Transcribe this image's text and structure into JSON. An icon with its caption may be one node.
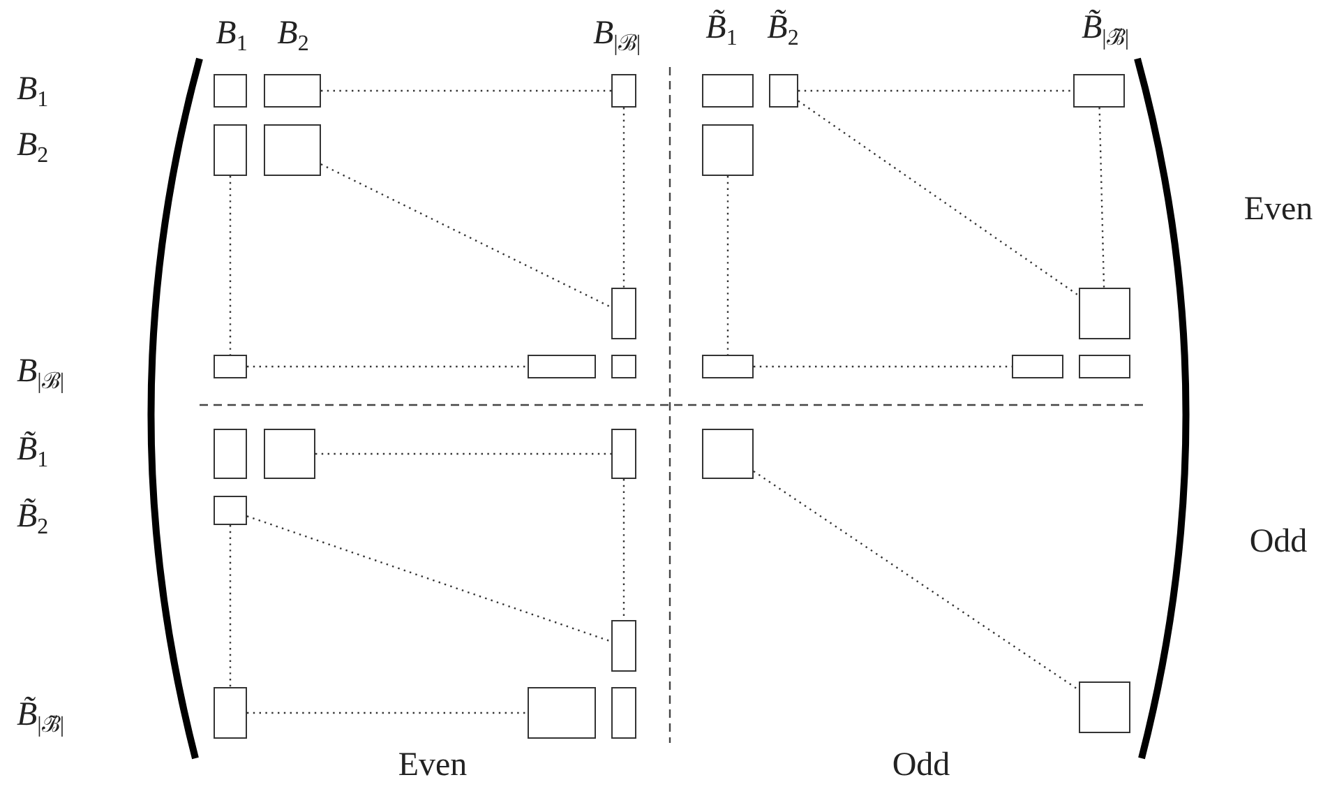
{
  "diagram": {
    "nodes": [
      {
        "text": [],
        "shape": "box"
      },
      {
        "text": [],
        "shape": "box"
      },
      {
        "text": [],
        "shape": "box"
      },
      {
        "text": [],
        "shape": "box"
      },
      {
        "text": [],
        "shape": "box"
      },
      {
        "text": [],
        "shape": "box"
      },
      {
        "text": [],
        "shape": "box"
      },
      {
        "text": [],
        "shape": "box"
      },
      {
        "text": [],
        "shape": "box"
      },
      {
        "text": [],
        "shape": "box"
      },
      {
        "text": [],
        "shape": "box"
      },
      {
        "text": [],
        "shape": "box"
      },
      {
        "text": [],
        "shape": "box"
      },
      {
        "text": [],
        "shape": "box"
      },
      {
        "text": [],
        "shape": "box"
      },
      {
        "text": [],
        "shape": "box"
      },
      {
        "text": [],
        "shape": "box"
      },
      {
        "text": [],
        "shape": "box"
      },
      {
        "text": [],
        "shape": "box"
      },
      {
        "text": [],
        "shape": "box"
      },
      {
        "text": [],
        "shape": "box"
      },
      {
        "text": [],
        "shape": "box"
      },
      {
        "text": [],
        "shape": "box"
      },
      {
        "text": [],
        "shape": "box"
      },
      {
        "text": [],
        "shape": "box"
      },
      {
        "text": [],
        "shape": "box"
      },
      {
        "text": [],
        "shape": "box"
      }
    ],
    "edges": [
      {
        "from": 1,
        "to": 2,
        "arrow": "none"
      },
      {
        "from": 4,
        "to": 5,
        "arrow": "none"
      },
      {
        "from": 6,
        "to": 11,
        "arrow": "none"
      },
      {
        "from": 7,
        "to": 9,
        "arrow": "none"
      },
      {
        "from": 2,
        "to": 9,
        "arrow": "none"
      },
      {
        "from": 8,
        "to": 14,
        "arrow": "none"
      },
      {
        "from": 4,
        "to": 10,
        "arrow": "none"
      },
      {
        "from": 5,
        "to": 10,
        "arrow": "none"
      },
      {
        "from": 11,
        "to": 12,
        "arrow": "none"
      },
      {
        "from": 14,
        "to": 15,
        "arrow": "none"
      },
      {
        "from": 18,
        "to": 19,
        "arrow": "none"
      },
      {
        "from": 21,
        "to": 23,
        "arrow": "none"
      },
      {
        "from": 21,
        "to": 22,
        "arrow": "none"
      },
      {
        "from": 19,
        "to": 22,
        "arrow": "none"
      },
      {
        "from": 23,
        "to": 24,
        "arrow": "none"
      },
      {
        "from": 20,
        "to": 26,
        "arrow": "none"
      }
    ],
    "labels": [
      "*B*$_{1}$",
      "*B*$_{2}$",
      "*B*$_{|ℬ|}$",
      "*B̃*$_{1}$",
      "*B̃*$_{2}$",
      "*B̃*$_{|ℬ̃|}$",
      "*B*$_{1}$",
      "Even",
      "*B*$_{2}$",
      "*B*$_{|ℬ|}$",
      "*B̃*$_{1}$",
      "*B̃*$_{2}$",
      "Odd",
      "*B̃*$_{|ℬ̃|}$",
      "Even",
      "Odd"
    ]
  }
}
